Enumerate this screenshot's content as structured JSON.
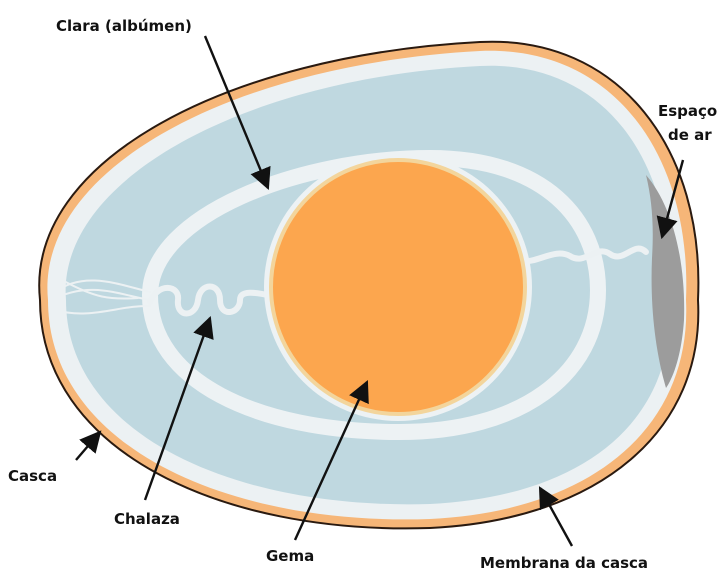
{
  "labels": {
    "albumen": "Clara (albúmen)",
    "air_space_line1": "Espaço",
    "air_space_line2": "de ar",
    "shell": "Casca",
    "chalaza": "Chalaza",
    "yolk": "Gema",
    "shell_membrane": "Membrana da casca"
  },
  "colors": {
    "shell": "#F6B678",
    "shell_outline": "#2a1a10",
    "membrane": "#ECF1F3",
    "albumen_outer": "#BFD8E0",
    "albumen_inner": "#BFD8E0",
    "albumen_band": "#EDF2F4",
    "yolk": "#FCA64E",
    "yolk_rim": "#F3D59C",
    "air_space": "#9C9C9C",
    "arrow": "#111111"
  }
}
